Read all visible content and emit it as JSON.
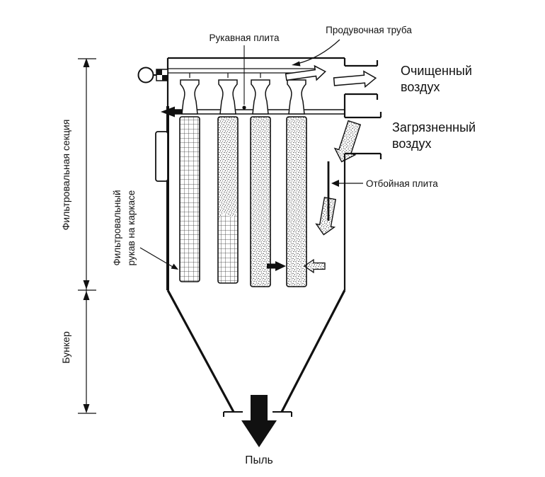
{
  "labels": {
    "bag_plate": "Рукавная плита",
    "blow_pipe": "Продувочная труба",
    "clean_air": [
      "Очищенный",
      "воздух"
    ],
    "dirty_air": [
      "Загрязненный",
      "воздух"
    ],
    "baffle_plate": "Отбойная плита",
    "filter_section": "Фильтровальная секция",
    "filter_bag": [
      "Фильтровальный",
      "рукав на каркасе"
    ],
    "hopper": "Бункер",
    "dust": "Пыль"
  },
  "colors": {
    "ink": "#111111",
    "background": "#ffffff"
  }
}
